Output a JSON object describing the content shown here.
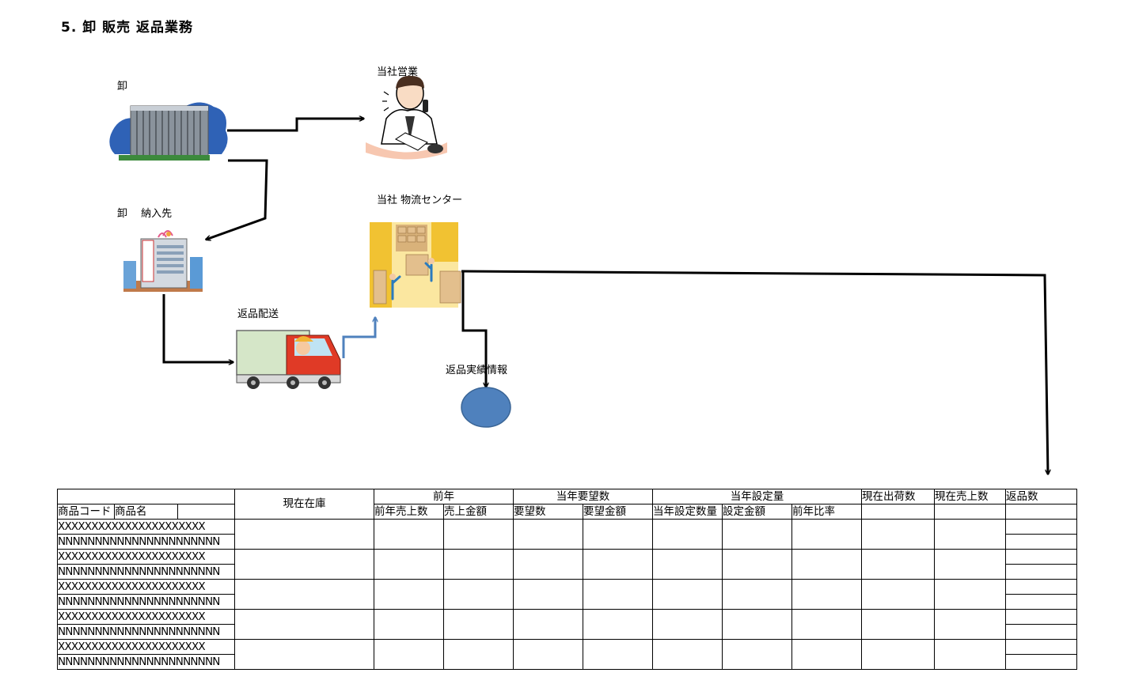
{
  "title": "5. 卸 販売 返品業務",
  "labels": {
    "wholesaler": "卸",
    "sales": "当社営業",
    "delivery_dest": "卸　 納入先",
    "logistics": "当社  物流センター",
    "return_shipping": "返品配送",
    "return_info": "返品実績情報"
  },
  "illustrations": {
    "wholesaler": "office-building",
    "sales": "salesperson-on-phone",
    "delivery_dest": "department-store-building",
    "logistics": "warehouse-with-workers",
    "return_shipping": "delivery-truck",
    "return_info": "data-store-ellipse"
  },
  "colors": {
    "arrow": "#000000",
    "truck_arrow": "#4f81bd",
    "data_store": "#4f81bd"
  },
  "table": {
    "group_headers": {
      "stock": "現在在庫",
      "prev_year": "前年",
      "request": "当年要望数",
      "setting": "当年設定量",
      "current_shipped": "現在出荷数",
      "current_sold": "現在売上数",
      "returns": "返品数"
    },
    "sub_headers": {
      "product_code": "商品コード",
      "product_name": "商品名",
      "prev_sales_qty": "前年売上数",
      "sales_amount": "売上金額",
      "request_qty": "要望数",
      "request_amount": "要望金額",
      "set_qty": "当年設定数量",
      "set_amount": "設定金額",
      "yoy_ratio": "前年比率"
    },
    "rows": [
      {
        "code": "XXXXXXXXXXXXXXXXXXXXXX",
        "name": "NNNNNNNNNNNNNNNNNNNNNN"
      },
      {
        "code": "XXXXXXXXXXXXXXXXXXXXXX",
        "name": "NNNNNNNNNNNNNNNNNNNNNN"
      },
      {
        "code": "XXXXXXXXXXXXXXXXXXXXXX",
        "name": "NNNNNNNNNNNNNNNNNNNNNN"
      },
      {
        "code": "XXXXXXXXXXXXXXXXXXXXXX",
        "name": "NNNNNNNNNNNNNNNNNNNNNN"
      },
      {
        "code": "XXXXXXXXXXXXXXXXXXXXXX",
        "name": "NNNNNNNNNNNNNNNNNNNNNN"
      }
    ]
  }
}
